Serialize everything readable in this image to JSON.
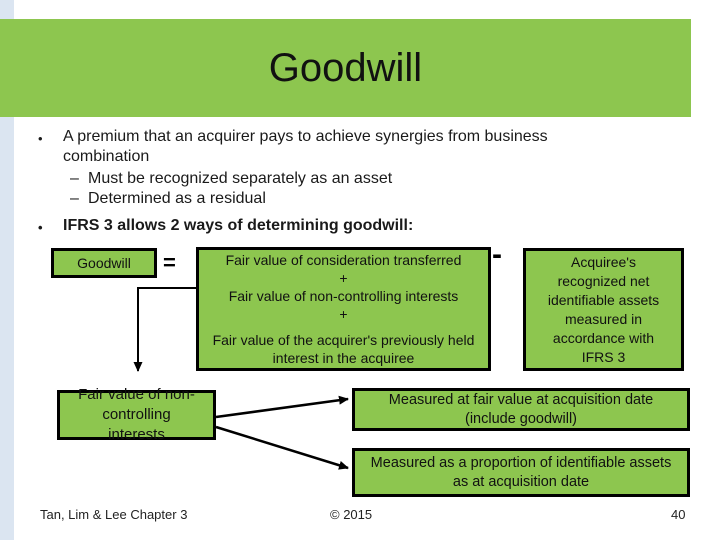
{
  "slide": {
    "title": "Goodwill",
    "footer_left": "Tan, Lim & Lee Chapter 3",
    "footer_center": "© 2015",
    "page_number": "40"
  },
  "colors": {
    "accent_green": "#8dc64f",
    "left_strip_blue": "#dbe5f1",
    "box_border": "#000000"
  },
  "bullets": {
    "marker": "•",
    "sub_marker": "–",
    "bullet1": "A premium that an acquirer pays to achieve synergies from business combination",
    "sub1": "Must be recognized separately as an asset",
    "sub2": "Determined as a residual",
    "bullet2": "IFRS 3 allows 2 ways of determining goodwill:"
  },
  "diagram": {
    "goodwill_box": "Goodwill",
    "equals_sign": "=",
    "minus_sign": "-",
    "formula_lines": [
      "Fair value of consideration transferred",
      "+",
      "Fair value of non-controlling interests",
      "+",
      "Fair value of the acquirer's previously held interest in the acquiree"
    ],
    "acquiree_box": "Acquiree's recognized net identifiable assets measured in accordance with IFRS 3",
    "nci_box": "Fair value of non-controlling interests",
    "fair_value_box": "Measured at fair value at acquisition date (include goodwill)",
    "proportion_box": "Measured as a proportion of identifiable assets as at acquisition date"
  }
}
